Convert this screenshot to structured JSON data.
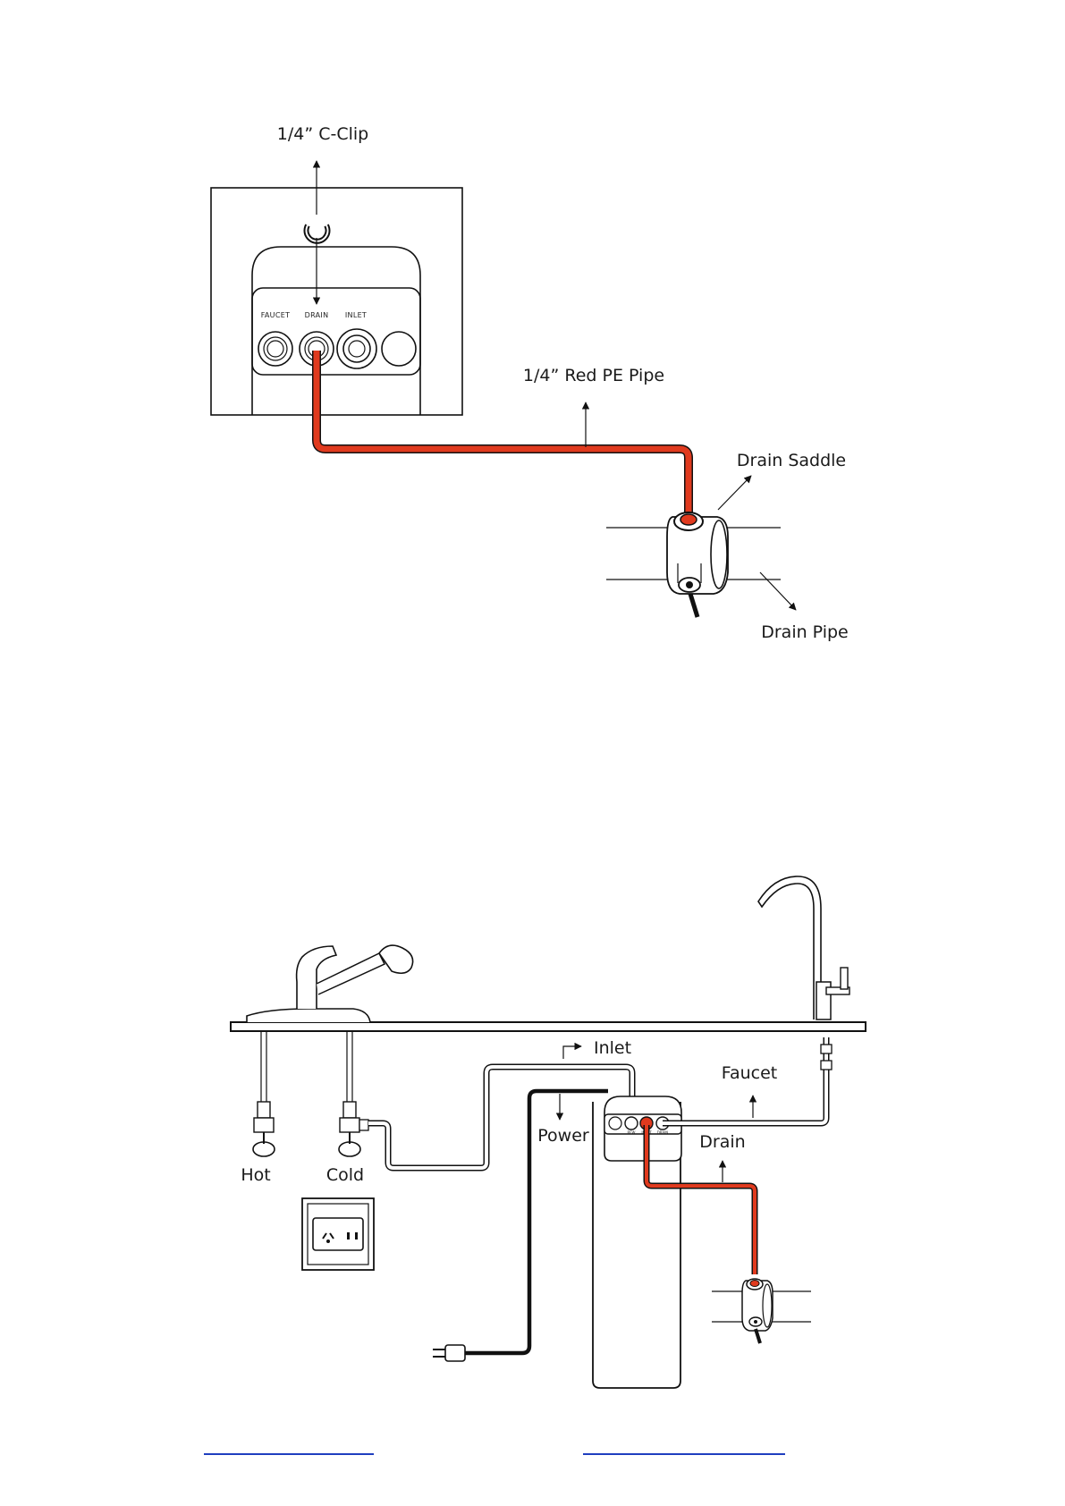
{
  "diagram1": {
    "ports": [
      "FAUCET",
      "DRAIN",
      "INLET"
    ],
    "label_clip": "1/4” C-Clip",
    "label_pipe": "1/4” Red PE Pipe",
    "label_saddle": "Drain Saddle",
    "label_drain_pipe": "Drain Pipe"
  },
  "diagram2": {
    "label_inlet": "Inlet",
    "label_faucet": "Faucet",
    "label_power": "Power",
    "label_drain": "Drain",
    "label_hot": "Hot",
    "label_cold": "Cold",
    "unit_ports": [
      "RFW",
      "INLET",
      "DRAIN"
    ]
  },
  "colors": {
    "red_pipe": "#e03a1e",
    "line": "#111111",
    "link": "#1f3fbf"
  }
}
